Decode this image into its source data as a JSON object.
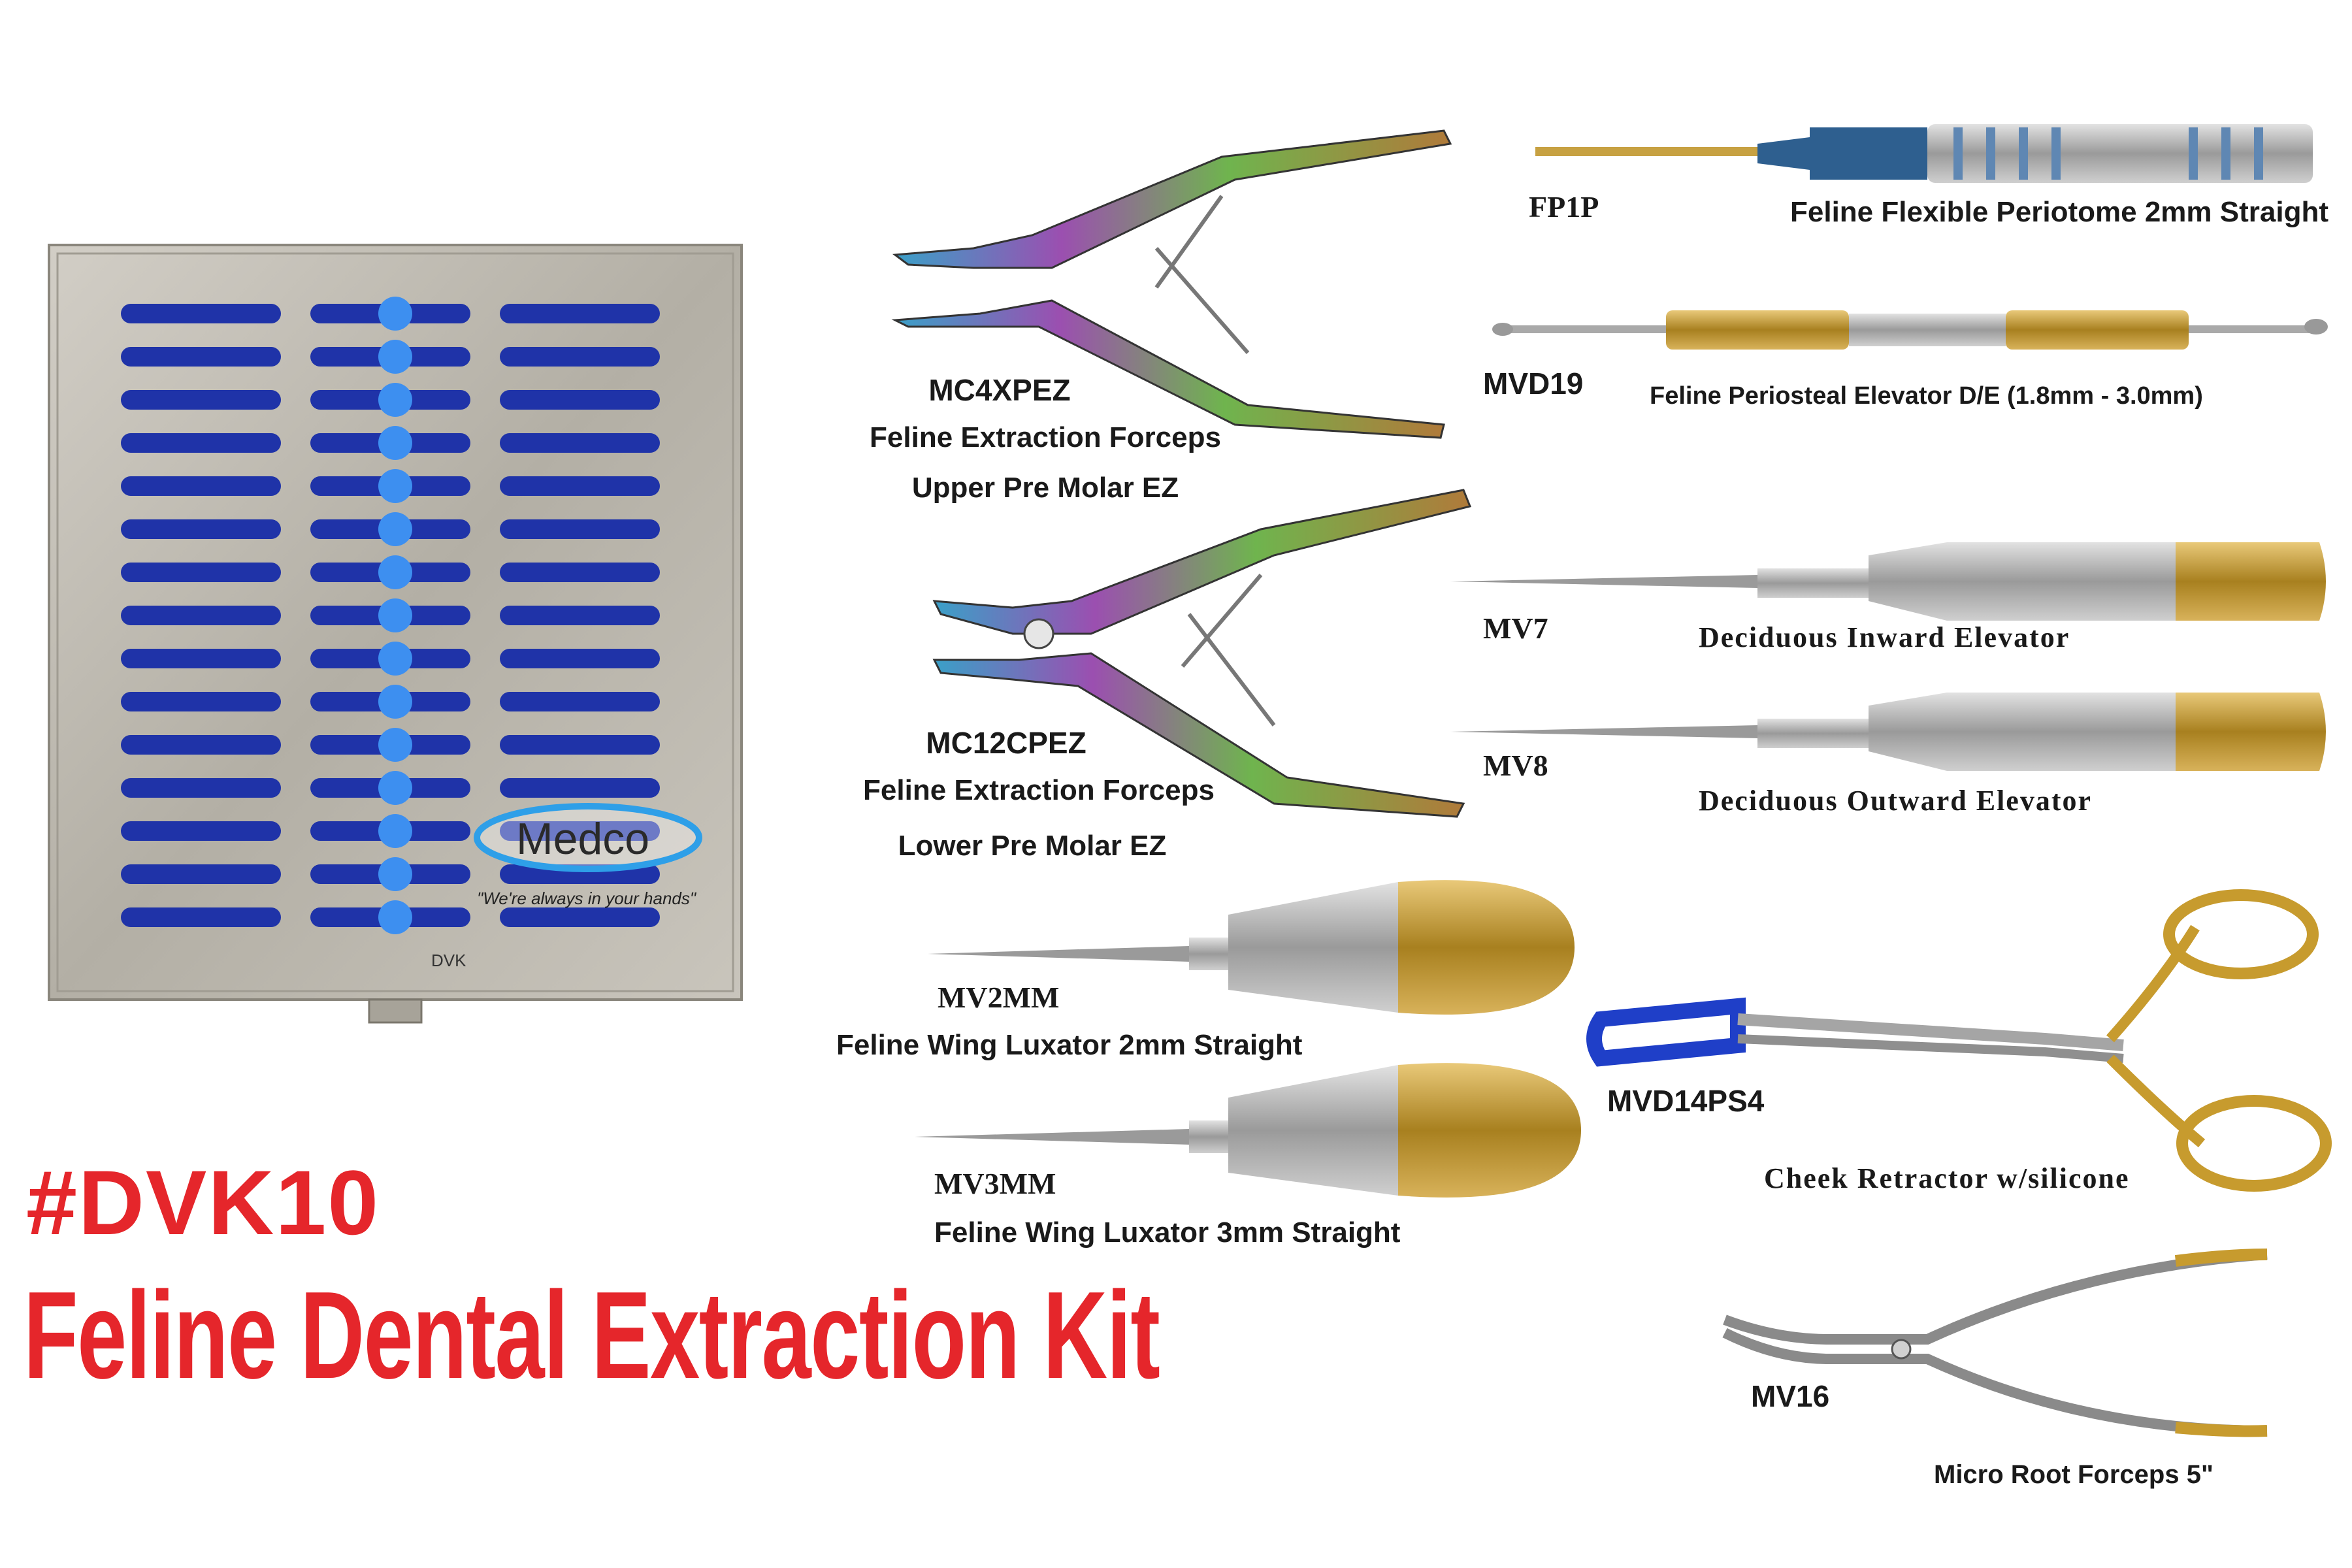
{
  "kit": {
    "code": "#DVK10",
    "title": "Feline Dental Extraction Kit"
  },
  "tray": {
    "brand": "Medco",
    "tagline": "\"We're always in your hands\"",
    "label": "DVK",
    "colors": {
      "metal": "#b8b4aa",
      "slot": "#1f33a8",
      "pin": "#3d8ff0"
    }
  },
  "instruments": [
    {
      "code": "MC4XPEZ",
      "lines": [
        "Feline Extraction Forceps",
        "Upper Pre Molar EZ"
      ]
    },
    {
      "code": "MC12CPEZ",
      "lines": [
        "Feline Extraction Forceps",
        "Lower Pre Molar EZ"
      ]
    },
    {
      "code": "MV2MM",
      "lines": [
        "Feline Wing Luxator 2mm Straight"
      ]
    },
    {
      "code": "MV3MM",
      "lines": [
        "Feline Wing Luxator 3mm Straight"
      ]
    },
    {
      "code": "FP1P",
      "lines": [
        "Feline Flexible Periotome 2mm Straight"
      ]
    },
    {
      "code": "MVD19",
      "lines": [
        "Feline Periosteal Elevator D/E (1.8mm - 3.0mm)"
      ]
    },
    {
      "code": "MV7",
      "lines": [
        "Deciduous Inward Elevator"
      ]
    },
    {
      "code": "MV8",
      "lines": [
        "Deciduous Outward Elevator"
      ]
    },
    {
      "code": "MVD14PS4",
      "lines": [
        "Cheek Retractor w/silicone"
      ]
    },
    {
      "code": "MV16",
      "lines": [
        "Micro Root Forceps 5\""
      ]
    }
  ]
}
